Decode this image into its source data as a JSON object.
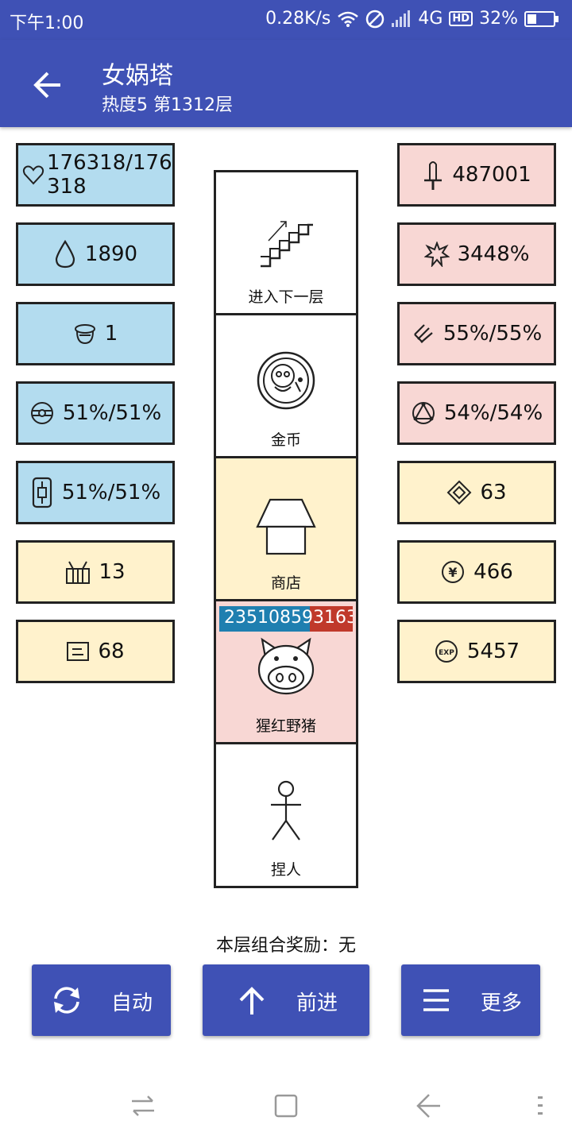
{
  "status_bar": {
    "time": "下午1:00",
    "net_speed": "0.28K/s",
    "network": "4G",
    "hd": "HD",
    "battery": "32%"
  },
  "header": {
    "title": "女娲塔",
    "subtitle": "热度5 第1312层"
  },
  "left_stats": [
    {
      "icon": "heart-icon",
      "value": "176318/176318"
    },
    {
      "icon": "drop-icon",
      "value": "1890"
    },
    {
      "icon": "helmet-icon",
      "value": "1"
    },
    {
      "icon": "shield-icon",
      "value": "51%/51%"
    },
    {
      "icon": "armor-icon",
      "value": "51%/51%"
    },
    {
      "icon": "gift-icon",
      "value": "13"
    },
    {
      "icon": "card-icon",
      "value": "68"
    }
  ],
  "right_stats": [
    {
      "icon": "sword-icon",
      "value": "487001"
    },
    {
      "icon": "burst-icon",
      "value": "3448%"
    },
    {
      "icon": "claw-icon",
      "value": "55%/55%"
    },
    {
      "icon": "triangle-circle-icon",
      "value": "54%/54%"
    },
    {
      "icon": "diamond-icon",
      "value": "63"
    },
    {
      "icon": "yen-icon",
      "value": "466"
    },
    {
      "icon": "exp-icon",
      "value": "5457"
    }
  ],
  "tower": {
    "cells": [
      {
        "label": "进入下一层",
        "icon": "stairs-icon"
      },
      {
        "label": "金币",
        "icon": "coin-icon"
      },
      {
        "label": "商店",
        "icon": "shop-icon"
      },
      {
        "label": "猩红野猪",
        "icon": "boar-icon",
        "hp_text": "235108593163",
        "hp_fraction": 0.68
      },
      {
        "label": "捏人",
        "icon": "person-icon"
      }
    ]
  },
  "reward_text": "本层组合奖励：无",
  "buttons": {
    "auto": "自动",
    "forward": "前进",
    "more": "更多"
  },
  "colors": {
    "primary": "#3f51b5",
    "blue_stat": "#b3dcef",
    "pink_stat": "#f8d7d4",
    "yellow_stat": "#fff2cc"
  }
}
